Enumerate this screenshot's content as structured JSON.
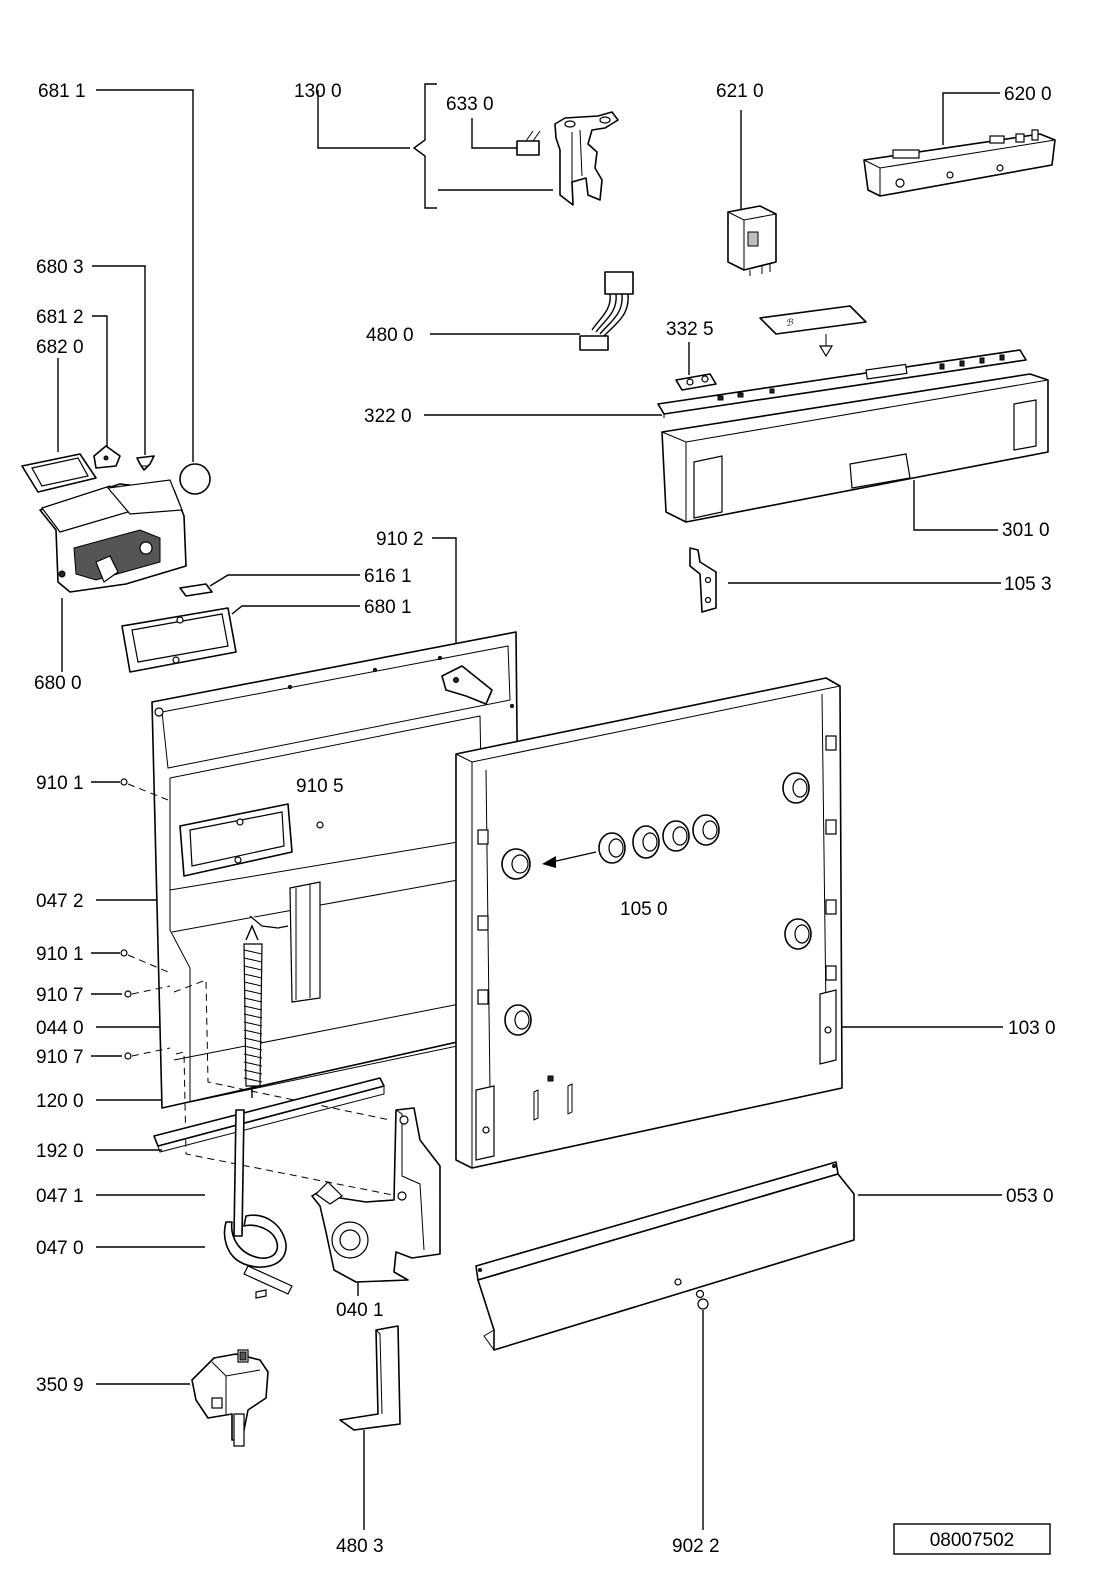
{
  "labels": {
    "l6811": "681 1",
    "l1300": "130 0",
    "l6330": "633 0",
    "l6210": "621 0",
    "l6200": "620 0",
    "l6803": "680 3",
    "l6812": "681 2",
    "l6820": "682 0",
    "l4800": "480 0",
    "l3325": "332 5",
    "l3220": "322 0",
    "l3010": "301 0",
    "l9102": "910 2",
    "l6161": "616 1",
    "l1053": "105 3",
    "l6801": "680 1",
    "l6800": "680 0",
    "l9101a": "910 1",
    "l9105": "910 5",
    "l1050": "105 0",
    "l0472": "047 2",
    "l9101b": "910 1",
    "l9107a": "910 7",
    "l0440": "044 0",
    "l9107b": "910 7",
    "l1030": "103 0",
    "l1200": "120 0",
    "l1920": "192 0",
    "l0530": "053 0",
    "l0471": "047 1",
    "l0470": "047 0",
    "l0401": "040 1",
    "l3509": "350 9",
    "l4803": "480 3",
    "l9022": "902 2"
  },
  "drawing_number": "08007502"
}
